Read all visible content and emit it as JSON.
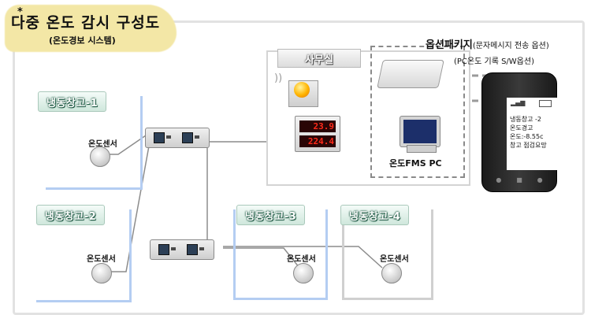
{
  "title": {
    "star": "*",
    "main": "다중 온도 감시 구성도",
    "sub": "(온도경보 시스템)"
  },
  "warehouses": [
    {
      "label": "냉동창고-1",
      "sensor_label": "온도센서"
    },
    {
      "label": "냉동창고-2",
      "sensor_label": "온도센서"
    },
    {
      "label": "냉동창고-3",
      "sensor_label": "온도센서"
    },
    {
      "label": "냉동창고-4",
      "sensor_label": "온도센서"
    }
  ],
  "office": {
    "label": "사무실"
  },
  "display": {
    "top": "23.9",
    "bottom": "224.4"
  },
  "pc": {
    "label": "온도FMS PC"
  },
  "package": {
    "label": "옵션패키지",
    "detail": "(문자메시지 전송 옵션)",
    "sub": "(PC온도 기록 S/W옵션)"
  },
  "phone": {
    "lines": [
      "냉동창고 -2",
      "온도경고",
      "온도:-8.55c",
      "창고 점검요망"
    ]
  },
  "colors": {
    "warehouse_border": "#b4cdf2",
    "warehouse_grey": "#d0d0d0",
    "display_led": "#ff2a1a",
    "title_bg": "#f3e7a6"
  }
}
